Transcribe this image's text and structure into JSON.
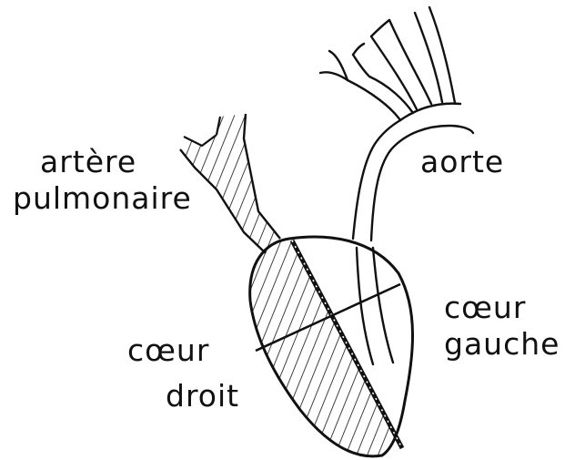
{
  "labels": {
    "pulmonary_line1": "artère",
    "pulmonary_line2": "pulmonaire",
    "aorta": "aorte",
    "right_heart_line1": "cœur",
    "right_heart_line2": "droit",
    "left_heart_line1": "cœur",
    "left_heart_line2": "gauche"
  },
  "colors": {
    "ink": "#111111",
    "paper": "#ffffff"
  }
}
